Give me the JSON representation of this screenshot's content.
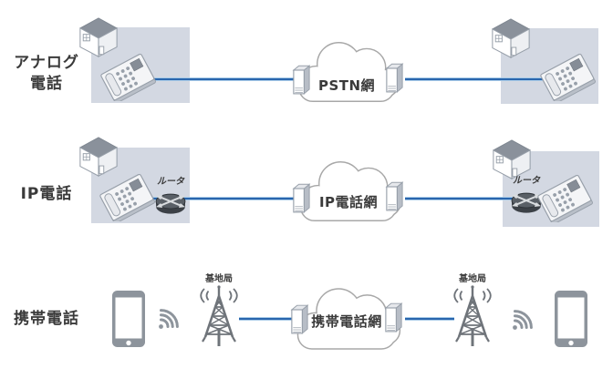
{
  "diagram": {
    "rows": [
      {
        "id": "analog",
        "label_lines": [
          "アナログ",
          "電話"
        ],
        "network": "PSTN網",
        "left_icons": [
          "house-icon",
          "desk-phone-icon"
        ],
        "right_icons": [
          "house-icon",
          "desk-phone-icon"
        ]
      },
      {
        "id": "ip",
        "label_lines": [
          "IP電話"
        ],
        "network": "IP電話網",
        "router_label": "ルータ",
        "left_icons": [
          "house-icon",
          "desk-phone-icon",
          "router-icon"
        ],
        "right_icons": [
          "house-icon",
          "router-icon",
          "desk-phone-icon"
        ]
      },
      {
        "id": "mobile",
        "label_lines": [
          "携帯電話"
        ],
        "network": "携帯電話網",
        "base_station_label": "基地局",
        "left_icons": [
          "smartphone-icon",
          "wifi-signal-icon",
          "cell-tower-icon"
        ],
        "right_icons": [
          "cell-tower-icon",
          "wifi-signal-icon",
          "smartphone-icon"
        ]
      }
    ],
    "cloud_edge_icon": "server-icon",
    "colors": {
      "link_blue": "#2a66ad",
      "link_halo": "#a9cbe8",
      "premises_box": "#d3d8e2",
      "icon_gray": "#8d949c",
      "tower_gray": "#6f747a",
      "text": "#3a3a3a",
      "cloud_outline": "#a8a8a8"
    }
  }
}
